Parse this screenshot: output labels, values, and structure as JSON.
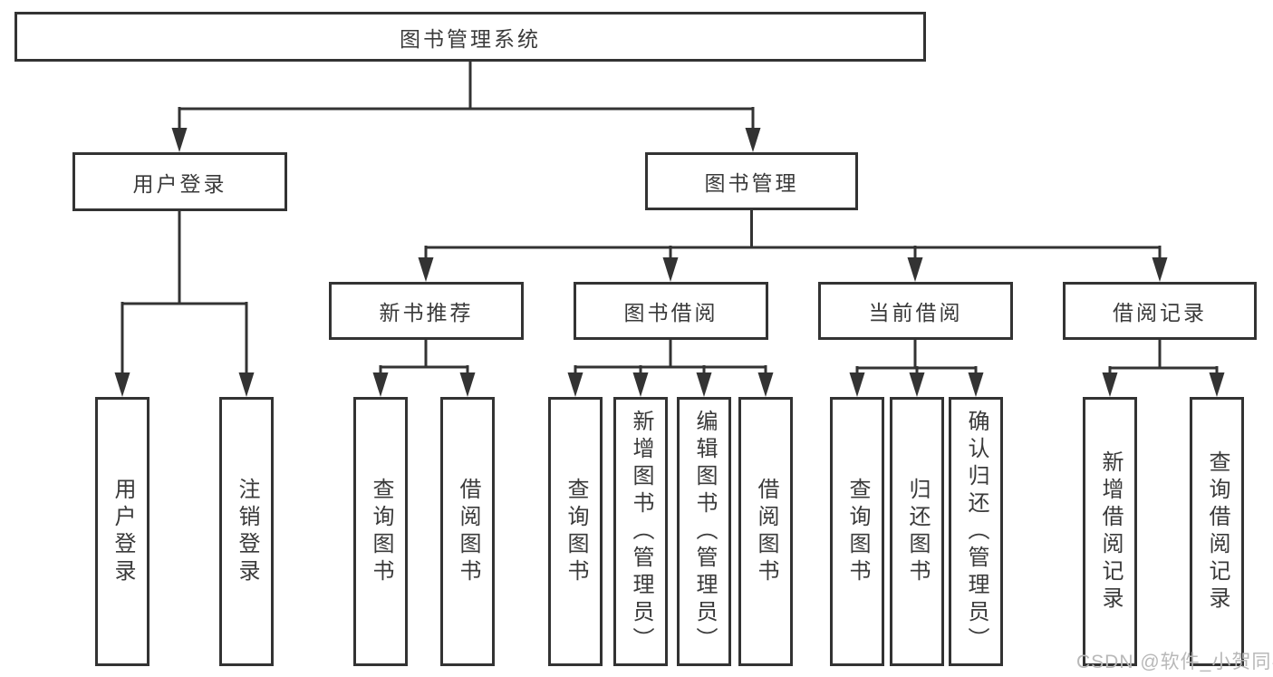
{
  "diagram_title": "图书管理系统",
  "tree": {
    "label": "图书管理系统",
    "children": [
      {
        "label": "用户登录",
        "children": [
          {
            "label": "用户登录"
          },
          {
            "label": "注销登录"
          }
        ]
      },
      {
        "label": "图书管理",
        "children": [
          {
            "label": "新书推荐",
            "children": [
              {
                "label": "查询图书"
              },
              {
                "label": "借阅图书"
              }
            ]
          },
          {
            "label": "图书借阅",
            "children": [
              {
                "label": "查询图书"
              },
              {
                "label": "新增图书（管理员）"
              },
              {
                "label": "编辑图书（管理员）"
              },
              {
                "label": "借阅图书"
              }
            ]
          },
          {
            "label": "当前借阅",
            "children": [
              {
                "label": "查询图书"
              },
              {
                "label": "归还图书"
              },
              {
                "label": "确认归还（管理员）"
              }
            ]
          },
          {
            "label": "借阅记录",
            "children": [
              {
                "label": "新增借阅记录"
              },
              {
                "label": "查询借阅记录"
              }
            ]
          }
        ]
      }
    ]
  },
  "watermark": "CSDN @软件_小贺同学",
  "colors": {
    "line": "#333333",
    "text": "#3a3a3a",
    "watermark": "#b8b8b8",
    "background": "#ffffff"
  }
}
